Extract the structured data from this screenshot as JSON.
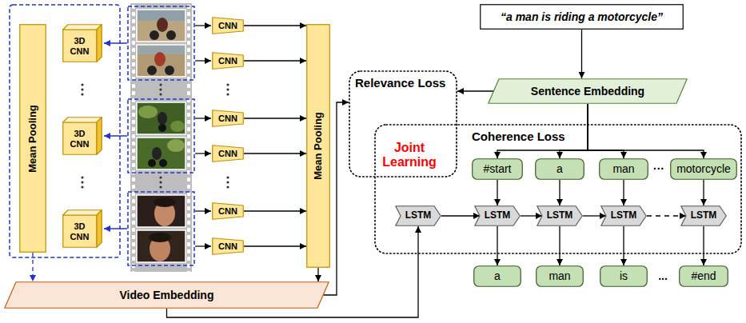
{
  "diagram": {
    "nodes": [
      {
        "text": [
          "Mean Pooling"
        ]
      },
      {
        "text": [
          "3D CNN"
        ]
      },
      {
        "text": [
          "3D CNN"
        ]
      },
      {
        "text": [
          "3D CNN"
        ]
      },
      {
        "text": [
          "CNN"
        ]
      },
      {
        "text": [
          "CNN"
        ]
      },
      {
        "text": [
          "CNN"
        ]
      },
      {
        "text": [
          "CNN"
        ]
      },
      {
        "text": [
          "CNN"
        ]
      },
      {
        "text": [
          "CNN"
        ]
      },
      {
        "text": [
          "Mean Pooling"
        ]
      },
      {
        "text": [
          "Video Embedding"
        ]
      },
      {
        "text": [
          "“a man is riding a motorcycle”"
        ]
      },
      {
        "text": [
          "Sentence Embedding"
        ]
      },
      {
        "text": [
          "Relevance Loss"
        ]
      },
      {
        "text": [
          "Coherence Loss"
        ]
      },
      {
        "text": [
          "#start"
        ],
        "in": 15
      },
      {
        "text": [
          "a"
        ],
        "in": 15
      },
      {
        "text": [
          "man"
        ],
        "in": 15
      },
      {
        "text": [
          "motorcycle"
        ],
        "in": 15
      },
      {
        "text": [
          "LSTM"
        ],
        "in": 15
      },
      {
        "text": [
          "LSTM"
        ],
        "in": 15
      },
      {
        "text": [
          "LSTM"
        ],
        "in": 15
      },
      {
        "text": [
          "LSTM"
        ],
        "in": 15
      },
      {
        "text": [
          "LSTM"
        ],
        "in": 15
      },
      {
        "text": [
          "a"
        ]
      },
      {
        "text": [
          "man"
        ]
      },
      {
        "text": [
          "is"
        ]
      },
      {
        "text": [
          "#end"
        ]
      }
    ],
    "edges": [
      {
        "from": 4,
        "to": 10,
        "arrow": "to"
      },
      {
        "from": 5,
        "to": 10,
        "arrow": "to"
      },
      {
        "from": 6,
        "to": 10,
        "arrow": "to"
      },
      {
        "from": 7,
        "to": 10,
        "arrow": "to"
      },
      {
        "from": 8,
        "to": 10,
        "arrow": "to"
      },
      {
        "from": 9,
        "to": 10,
        "arrow": "to"
      },
      {
        "from": 0,
        "to": 11,
        "arrow": "to"
      },
      {
        "from": 10,
        "to": 11,
        "arrow": "to"
      },
      {
        "from": 11,
        "to": 14,
        "arrow": "to"
      },
      {
        "from": 11,
        "to": 20,
        "arrow": "to"
      },
      {
        "from": 12,
        "to": 13,
        "arrow": "to"
      },
      {
        "from": 13,
        "to": 14,
        "arrow": "to"
      },
      {
        "from": 13,
        "to": 16,
        "arrow": "to"
      },
      {
        "from": 13,
        "to": 17,
        "arrow": "to"
      },
      {
        "from": 13,
        "to": 18,
        "arrow": "to"
      },
      {
        "from": 13,
        "to": 19,
        "arrow": "to"
      },
      {
        "from": 16,
        "to": 21,
        "arrow": "to"
      },
      {
        "from": 17,
        "to": 22,
        "arrow": "to"
      },
      {
        "from": 18,
        "to": 23,
        "arrow": "to"
      },
      {
        "from": 19,
        "to": 24,
        "arrow": "to"
      },
      {
        "from": 20,
        "to": 21,
        "arrow": "to"
      },
      {
        "from": 21,
        "to": 22,
        "arrow": "to"
      },
      {
        "from": 22,
        "to": 23,
        "arrow": "to"
      },
      {
        "from": 23,
        "to": 24,
        "arrow": "to"
      },
      {
        "from": 21,
        "to": 25,
        "arrow": "to"
      },
      {
        "from": 22,
        "to": 26,
        "arrow": "to"
      },
      {
        "from": 23,
        "to": 27,
        "arrow": "to"
      },
      {
        "from": 24,
        "to": 28,
        "arrow": "to"
      }
    ],
    "labels": [
      "Joint Learning",
      "···",
      "..."
    ]
  }
}
